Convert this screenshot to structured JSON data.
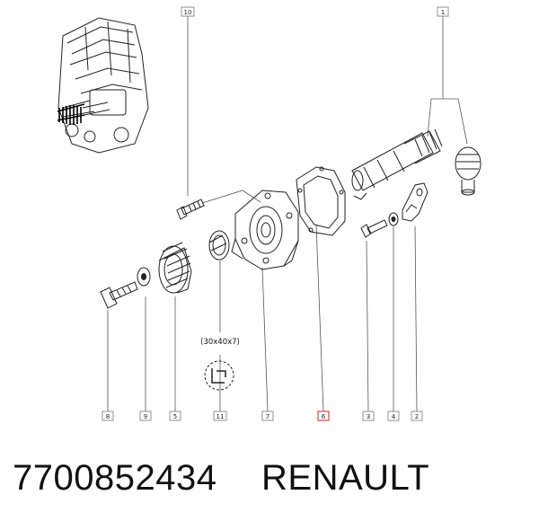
{
  "diagram": {
    "callouts": [
      {
        "id": "c8",
        "label": "8",
        "highlight": false
      },
      {
        "id": "c9",
        "label": "9",
        "highlight": false
      },
      {
        "id": "c5",
        "label": "5",
        "highlight": false
      },
      {
        "id": "c11",
        "label": "11",
        "highlight": false
      },
      {
        "id": "c7",
        "label": "7",
        "highlight": false
      },
      {
        "id": "c6",
        "label": "6",
        "highlight": true
      },
      {
        "id": "c3",
        "label": "3",
        "highlight": false
      },
      {
        "id": "c4",
        "label": "4",
        "highlight": false
      },
      {
        "id": "c2",
        "label": "2",
        "highlight": false
      },
      {
        "id": "c10",
        "label": "10",
        "highlight": false
      },
      {
        "id": "c1",
        "label": "1",
        "highlight": false
      }
    ],
    "seal_size": "(30x40x7)",
    "highlight_color": "#e0463c"
  },
  "footer": {
    "part_number": "7700852434",
    "brand": "RENAULT"
  }
}
